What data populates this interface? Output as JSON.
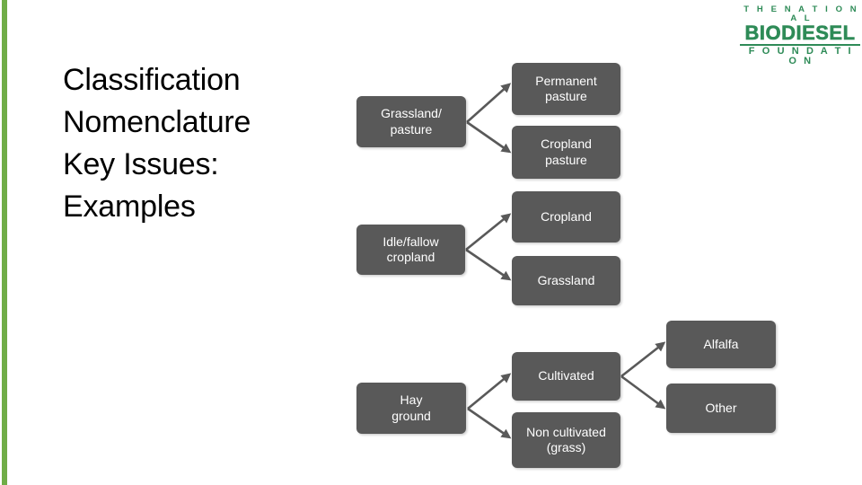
{
  "slide": {
    "title_lines": [
      "Classification",
      "Nomenclature",
      "Key Issues:",
      "Examples"
    ],
    "accent_color": "#70AD47",
    "node_color": "#595959",
    "node_text_color": "#FFFFFF",
    "background_color": "#FFFFFF"
  },
  "logo": {
    "line1": "T H E   N A T I O N A L",
    "line2": "BIODIESEL",
    "line3": "F O U N D A T I O N",
    "color": "#2E8B57"
  },
  "diagram": {
    "type": "tree",
    "groups": [
      {
        "name": "grassland-pasture",
        "root": "Grassland/ pasture",
        "root_lines": [
          "Grassland/",
          "pasture"
        ],
        "children": [
          {
            "label": "Permanent pasture",
            "lines": [
              "Permanent",
              "pasture"
            ]
          },
          {
            "label": "Cropland pasture",
            "lines": [
              "Cropland",
              "pasture"
            ]
          }
        ]
      },
      {
        "name": "idle-fallow-cropland",
        "root": "Idle/fallow cropland",
        "root_lines": [
          "Idle/fallow",
          "cropland"
        ],
        "children": [
          {
            "label": "Cropland",
            "lines": [
              "Cropland"
            ]
          },
          {
            "label": "Grassland",
            "lines": [
              "Grassland"
            ]
          }
        ]
      },
      {
        "name": "hay-ground",
        "root": "Hay ground",
        "root_lines": [
          "Hay",
          "ground"
        ],
        "children": [
          {
            "label": "Cultivated",
            "lines": [
              "Cultivated"
            ]
          },
          {
            "label": "Non cultivated (grass)",
            "lines": [
              "Non cultivated",
              "(grass)"
            ]
          }
        ],
        "grandchildren_of": "Cultivated",
        "grandchildren": [
          {
            "label": "Alfalfa",
            "lines": [
              "Alfalfa"
            ]
          },
          {
            "label": "Other",
            "lines": [
              "Other"
            ]
          }
        ]
      }
    ],
    "nodes": {
      "grassland_pasture_l1": "Grassland/",
      "grassland_pasture_l2": "pasture",
      "permanent_pasture_l1": "Permanent",
      "permanent_pasture_l2": "pasture",
      "cropland_pasture_l1": "Cropland",
      "cropland_pasture_l2": "pasture",
      "idle_fallow_l1": "Idle/fallow",
      "idle_fallow_l2": "cropland",
      "cropland": "Cropland",
      "grassland": "Grassland",
      "hay_ground_l1": "Hay",
      "hay_ground_l2": "ground",
      "cultivated": "Cultivated",
      "non_cultivated_l1": "Non cultivated",
      "non_cultivated_l2": "(grass)",
      "alfalfa": "Alfalfa",
      "other": "Other"
    }
  }
}
